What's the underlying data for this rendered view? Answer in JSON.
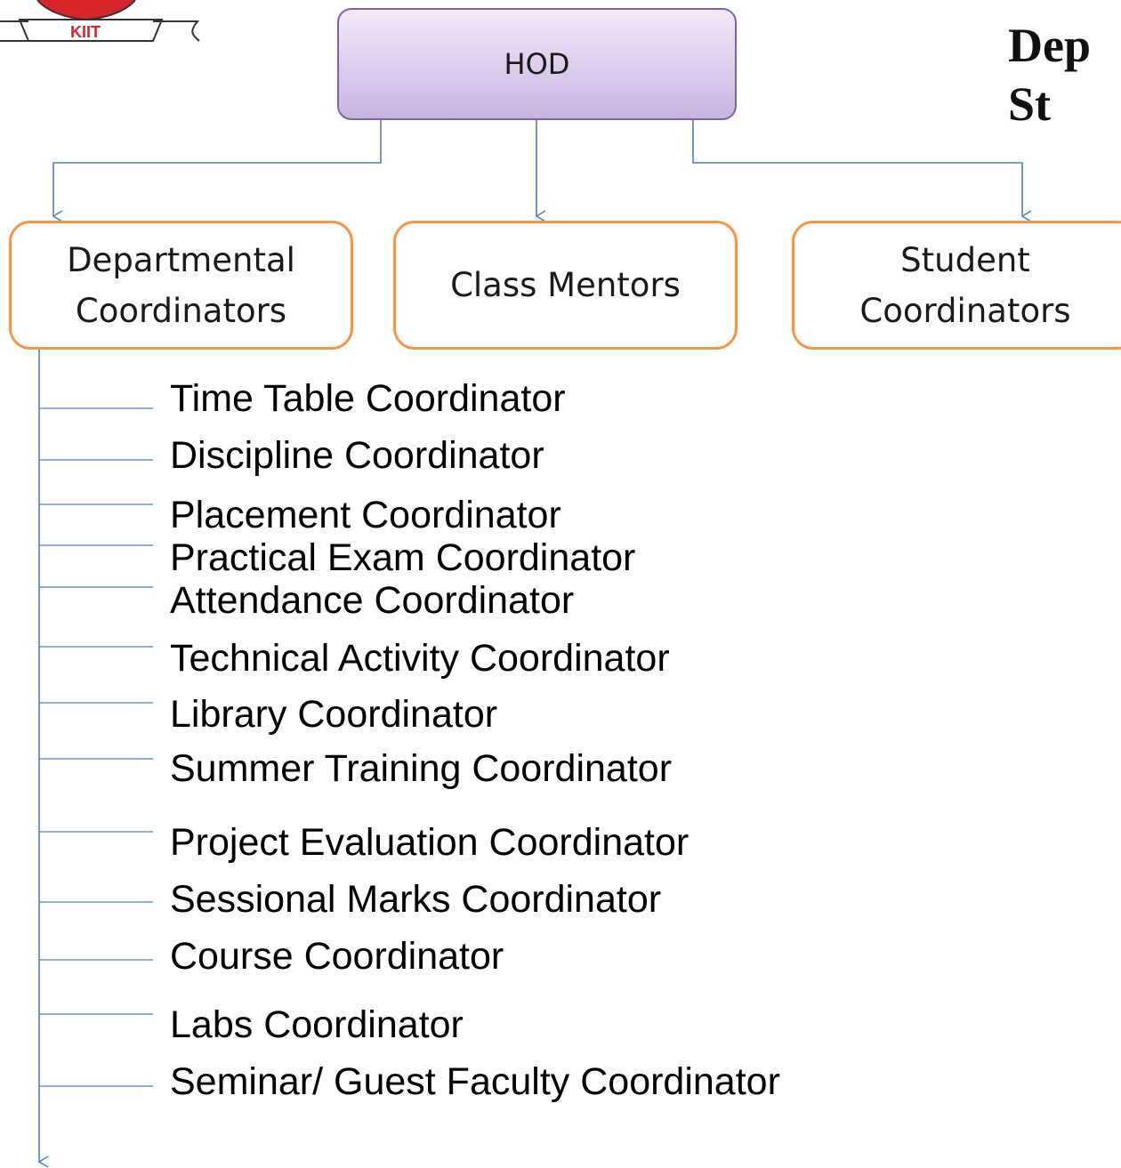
{
  "root": {
    "label": "HOD"
  },
  "title": {
    "text": "Dep\nSt"
  },
  "level2": [
    {
      "label": "Departmental\nCoordinators"
    },
    {
      "label": "Class Mentors"
    },
    {
      "label": "Student\nCoordinators"
    }
  ],
  "logo": {
    "text": "KIIT"
  },
  "coordinators": [
    "Time Table Coordinator",
    "Discipline Coordinator",
    "Placement Coordinator",
    "Practical Exam Coordinator",
    "Attendance Coordinator",
    "Technical Activity Coordinator",
    "Library Coordinator",
    "Summer Training Coordinator",
    "Project Evaluation Coordinator",
    "Sessional Marks Coordinator",
    "Course Coordinator",
    "Labs Coordinator",
    "Seminar/ Guest Faculty Coordinator"
  ],
  "colors": {
    "connector": "#4f81bd",
    "hod_border": "#8064a2",
    "box_border": "#f79646",
    "logo_red": "#d8232a"
  }
}
